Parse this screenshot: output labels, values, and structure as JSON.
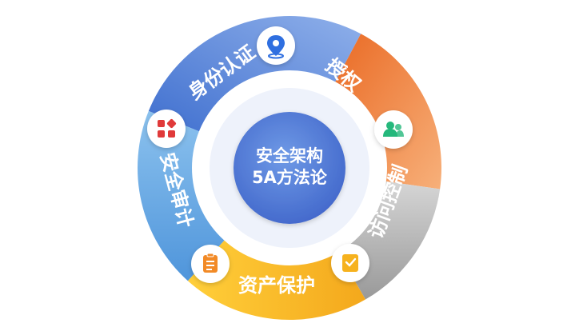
{
  "diagram": {
    "center_title": [
      "安全架构",
      "5A方法论"
    ],
    "segments": [
      {
        "label": "身份认证",
        "icon": "location-pin-icon",
        "colors": [
          "#4d7fd6",
          "#8db0ec"
        ],
        "icon_color": "#2f6fe0"
      },
      {
        "label": "授权",
        "icon": "key-icon",
        "colors": [
          "#ee7a36",
          "#f6b07b"
        ],
        "icon_color": "#ee7a36"
      },
      {
        "label": "访问控制",
        "icon": "users-icon",
        "colors": [
          "#9b9b9b",
          "#cfcfcf"
        ],
        "icon_color": "#25b87c"
      },
      {
        "label": "资产保护",
        "icon": "shield-check-icon",
        "colors": [
          "#f6b21e",
          "#ffd35a"
        ],
        "icon_color": "#f6b21e"
      },
      {
        "label": "安全审计",
        "icon": "grid-apps-icon",
        "colors": [
          "#5aa3e0",
          "#8fc4ee"
        ],
        "icon_color": "#e03a3a"
      }
    ]
  }
}
